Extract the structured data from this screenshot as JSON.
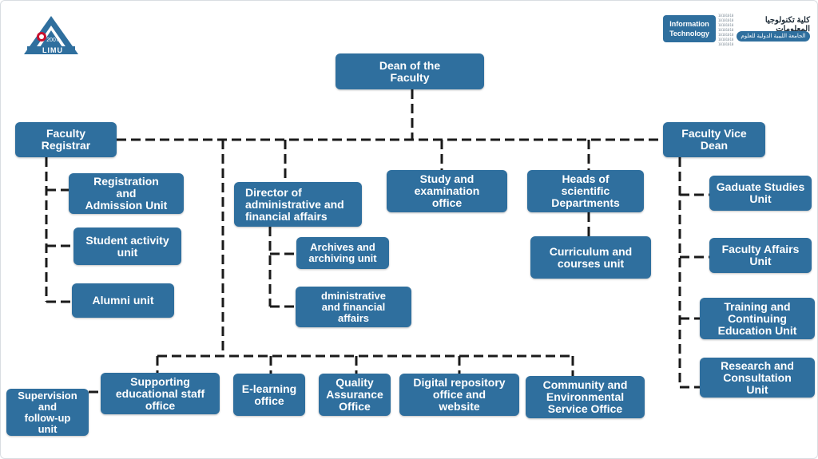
{
  "colors": {
    "box": "#2f6f9e",
    "line": "#1a1a1a"
  },
  "header": {
    "logo_text": "LIMU",
    "logo_year": "2007",
    "badge": "Information\nTechnology",
    "binary": "10101010\n10101010\n10101010\n10101010\n10101010\n10101010\n10101010",
    "arabic_title": "كلية تكنولوجيا المعلومات",
    "arabic_subtitle": "الجامعة الليبية الدولية للعلوم الطبية"
  },
  "nodes": {
    "dean": "Dean of the\nFaculty",
    "registrar": "Faculty\nRegistrar",
    "vice_dean": "Faculty Vice\nDean",
    "registration": "Registration\nand\nAdmission Unit",
    "student_activity": "Student activity\nunit",
    "alumni": "Alumni unit",
    "director": "Director of\nadministrative and\nfinancial affairs",
    "archives": "Archives and\narchiving unit",
    "admin_financial": "dministrative\nand financial\naffairs",
    "study_exam": "Study and\nexamination\noffice",
    "heads": "Heads of\nscientific\nDepartments",
    "curriculum": "Curriculum and\ncourses unit",
    "graduate": "Gaduate Studies\nUnit",
    "faculty_affairs": "Faculty Affairs\nUnit",
    "training": "Training and\nContinuing\nEducation Unit",
    "research": "Research and\nConsultation\nUnit",
    "supervision": "Supervision\nand\nfollow-up\nunit",
    "supporting": "Supporting\neducational staff\noffice",
    "elearning": "E-learning\noffice",
    "quality": "Quality\nAssurance\nOffice",
    "digital": "Digital repository\noffice and\nwebsite",
    "community": "Community and\nEnvironmental\nService Office"
  }
}
